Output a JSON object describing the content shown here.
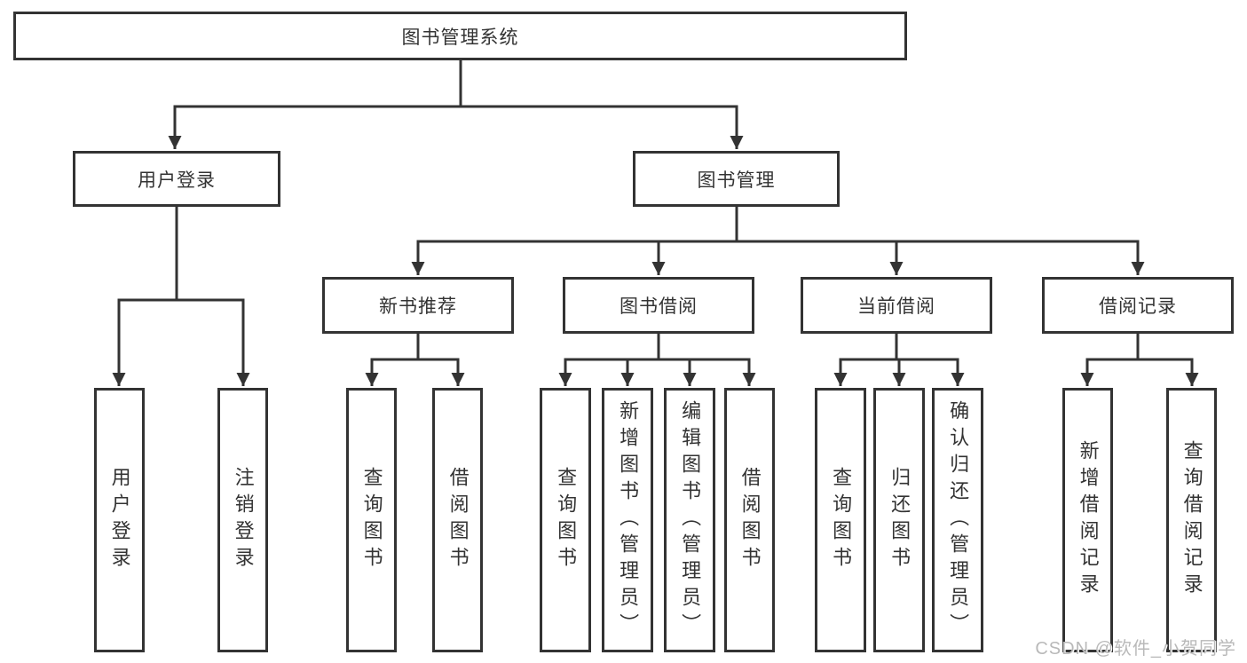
{
  "diagram": {
    "title": "图书管理系统",
    "level2": {
      "user_login": "用户登录",
      "book_management": "图书管理"
    },
    "level3": {
      "new_book_recommend": "新书推荐",
      "book_borrow": "图书借阅",
      "current_borrow": "当前借阅",
      "borrow_records": "借阅记录"
    },
    "leaves": {
      "user_login": [
        "用户登录",
        "注销登录"
      ],
      "new_book_recommend": [
        "查询图书",
        "借阅图书"
      ],
      "book_borrow": [
        "查询图书",
        "新增图书（管理员）",
        "编辑图书（管理员）",
        "借阅图书"
      ],
      "current_borrow": [
        "查询图书",
        "归还图书",
        "确认归还（管理员）"
      ],
      "borrow_records": [
        "新增借阅记录",
        "查询借阅记录"
      ]
    },
    "watermark": "CSDN @软件_小贺同学",
    "colors": {
      "line": "#333333",
      "border": "#333333",
      "text": "#333333",
      "watermark": "#b9b9b9"
    }
  }
}
